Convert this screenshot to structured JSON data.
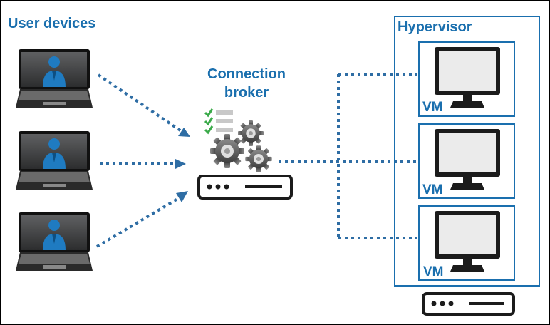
{
  "labels": {
    "user_devices": "User devices",
    "broker_line1": "Connection",
    "broker_line2": "broker",
    "hypervisor": "Hypervisor",
    "vm": [
      "VM",
      "VM",
      "VM"
    ]
  },
  "colors": {
    "accent": "#1a6fae",
    "link": "#2e6da4",
    "check": "#3aaa49"
  },
  "icons": [
    "laptop-user-icon",
    "gears-icon",
    "checklist-icon",
    "server-icon",
    "monitor-icon"
  ]
}
